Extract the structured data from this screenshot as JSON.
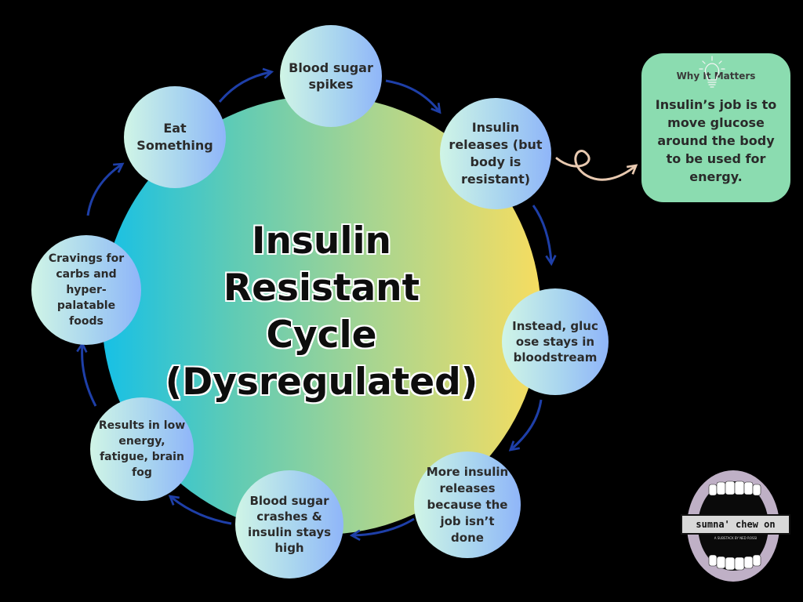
{
  "diagram": {
    "center_title": "Insulin\nResistant\nCycle\n(Dysregulated)",
    "nodes": [
      {
        "id": "blood-sugar-spikes",
        "text": "Blood sugar spikes"
      },
      {
        "id": "insulin-releases",
        "text": "Insulin releases (but body is resistant)"
      },
      {
        "id": "glucose-stays",
        "text": "Instead, glucose stays in bloodstream"
      },
      {
        "id": "more-insulin",
        "text": "More insulin releases because the job isn’t done"
      },
      {
        "id": "blood-sugar-crashes",
        "text": "Blood sugar crashes & insulin stays high"
      },
      {
        "id": "low-energy",
        "text": "Results in low energy, fatigue, brain fog"
      },
      {
        "id": "cravings",
        "text": "Cravings for carbs and hyper-palatable foods"
      },
      {
        "id": "eat-something",
        "text": "Eat Something"
      }
    ]
  },
  "why_it_matters": {
    "heading": "Why It Matters",
    "body": "Insulin’s job is to move glucose around the body to be used for energy.",
    "icon": "lightbulb-icon"
  },
  "logo": {
    "name": "sumna' chew on",
    "subtitle": "A SUBSTACK BY NED ROSSI",
    "icon": "open-mouth-logo"
  },
  "colors": {
    "background": "#000000",
    "circle_gradient_start": "#16c0e6",
    "circle_gradient_end": "#f6dd60",
    "arrow": "#1e3fa8",
    "callout_box": "#8bdcb0",
    "curly_arrow": "#e8c9b0"
  }
}
